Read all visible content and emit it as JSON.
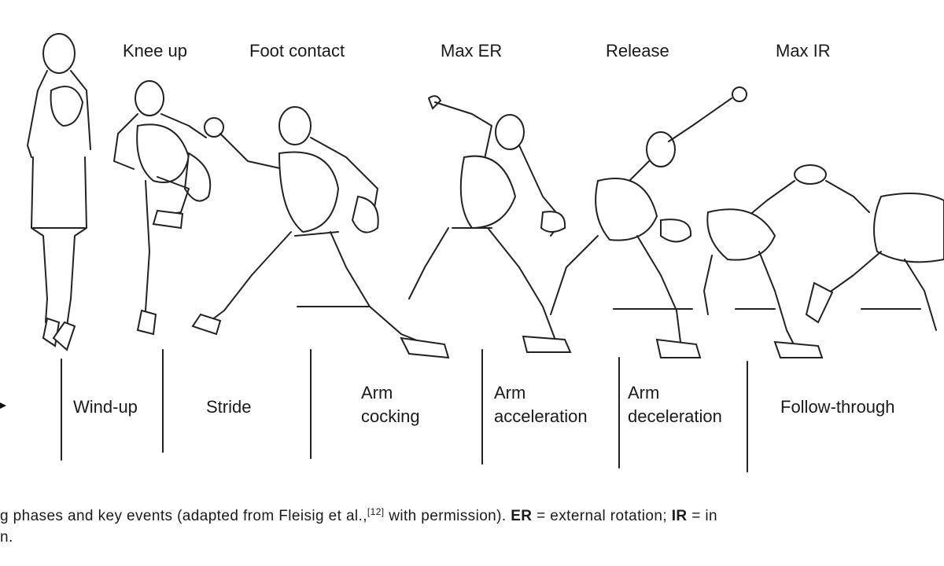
{
  "events": [
    {
      "id": "knee-up",
      "label": "Knee up"
    },
    {
      "id": "foot-contact",
      "label": "Foot contact"
    },
    {
      "id": "max-er",
      "label": "Max ER"
    },
    {
      "id": "release",
      "label": "Release"
    },
    {
      "id": "max-ir",
      "label": "Max IR"
    }
  ],
  "phases": [
    {
      "id": "wind-up",
      "line1": "Wind-up",
      "line2": ""
    },
    {
      "id": "stride",
      "line1": "Stride",
      "line2": ""
    },
    {
      "id": "arm-cocking",
      "line1": "Arm",
      "line2": "cocking"
    },
    {
      "id": "arm-acceleration",
      "line1": "Arm",
      "line2": "acceleration"
    },
    {
      "id": "arm-deceleration",
      "line1": "Arm",
      "line2": "deceleration"
    },
    {
      "id": "follow-through",
      "line1": "Follow-through",
      "line2": ""
    }
  ],
  "caption": {
    "line1_a": "g phases and key events (adapted from Fleisig et al.,",
    "ref": "[12]",
    "line1_b": " with permission). ",
    "er_abbr": "ER",
    "er_def": " = external rotation; ",
    "ir_abbr": "IR",
    "ir_def": " = in",
    "line2": "n."
  }
}
